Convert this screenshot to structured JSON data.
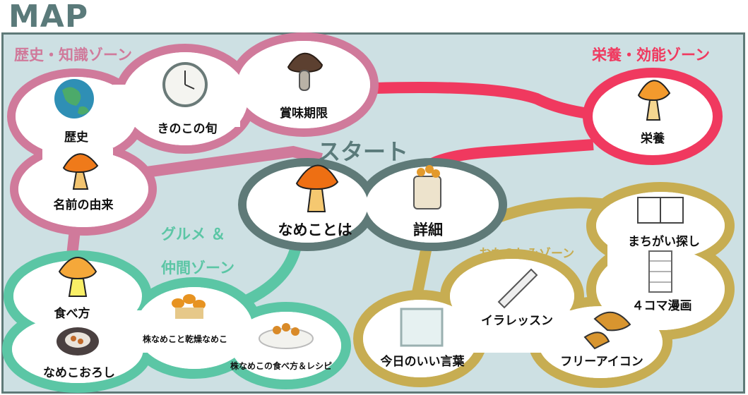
{
  "title": "MAP",
  "colors": {
    "frame": "#5f7a78",
    "map_bg": "#cde0e3",
    "history_zone": "#d07a9b",
    "nutrition_zone": "#f0395f",
    "gourmet_zone": "#5bc6a5",
    "fun_zone": "#c7ad52",
    "start_zone": "#5f7a78"
  },
  "zones": {
    "history": "歴史・知識ゾーン",
    "nutrition": "栄養・効能ゾーン",
    "gourmet_line1": "グルメ ＆",
    "gourmet_line2": "仲間ゾーン",
    "fun": "おたのしみゾーン",
    "start": "スタート"
  },
  "nodes": {
    "history": "歴史",
    "season": "きのこの旬",
    "expiry": "賞味期限",
    "name_origin": "名前の由来",
    "nutrition": "栄養",
    "what_is": "なめことは",
    "details": "詳細",
    "how_to_eat": "食べ方",
    "grated": "なめこおろし",
    "stock_dried": "株なめこと乾燥なめこ",
    "stock_recipe": "株なめこの食べ方＆レシピ",
    "spot_diff": "まちがい探し",
    "comic": "４コマ漫画",
    "illust_lesson": "イラレッスン",
    "free_icon": "フリーアイコン",
    "today_words": "今日のいい言葉"
  },
  "icons": {
    "history": "globe-icon",
    "season": "clock-icon",
    "expiry": "brown-mushroom-icon",
    "name_origin": "orange-mushroom-icon",
    "nutrition": "orange-mushroom-icon",
    "what_is": "orange-mushroom-icon",
    "details": "mushroom-jar-icon",
    "how_to_eat": "yellow-mushroom-icon",
    "grated": "grated-nameko-bowl-icon",
    "stock_dried": "mushroom-cluster-icon",
    "stock_recipe": "mushroom-plate-icon",
    "spot_diff": "spot-the-difference-icon",
    "comic": "comic-strip-icon",
    "illust_lesson": "pen-icon",
    "free_icon": "nameko-pair-icon",
    "today_words": "glass-block-icon"
  }
}
